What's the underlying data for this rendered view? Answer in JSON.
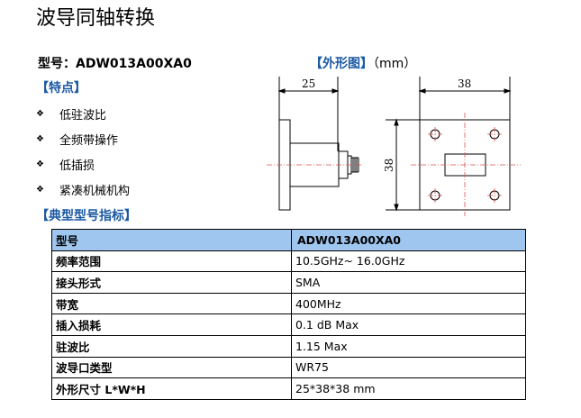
{
  "title": "波导同轴转换",
  "model_line": "型号：ADW013A00XA0",
  "features": {
    "heading": "【特点】",
    "items": [
      "低驻波比",
      "全频带操作",
      "低插损",
      "紧凑机械机构"
    ]
  },
  "drawing": {
    "heading": "【外形图】",
    "unit": "（mm）",
    "dim_side_width": "25",
    "dim_front_width": "38",
    "dim_front_height": "38"
  },
  "spec": {
    "heading": "【典型型号指标】",
    "rows": [
      {
        "key": "型号",
        "value": "ADW013A00XA0"
      },
      {
        "key": "频率范围",
        "value": "10.5GHz~ 16.0GHz"
      },
      {
        "key": "接头形式",
        "value": "SMA"
      },
      {
        "key": "带宽",
        "value": "400MHz"
      },
      {
        "key": "插入损耗",
        "value": "0.1 dB Max"
      },
      {
        "key": "驻波比",
        "value": "1.15 Max"
      },
      {
        "key": "波导口类型",
        "value": "WR75"
      },
      {
        "key": "外形尺寸  L*W*H",
        "value": "25*38*38 mm"
      }
    ]
  },
  "colors": {
    "accent": "#1b59a3",
    "table_header": "#9ec6ef",
    "centerline": "#d9534f"
  }
}
